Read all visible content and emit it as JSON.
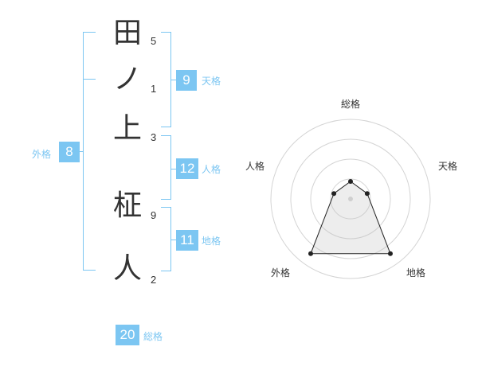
{
  "name": {
    "characters": [
      {
        "char": "田",
        "strokes": "5"
      },
      {
        "char": "ノ",
        "strokes": "1"
      },
      {
        "char": "上",
        "strokes": "3"
      },
      {
        "char": "柾",
        "strokes": "9"
      },
      {
        "char": "人",
        "strokes": "2"
      }
    ]
  },
  "scores": {
    "tenkaku": {
      "value": "9",
      "label": "天格"
    },
    "jinkaku": {
      "value": "12",
      "label": "人格"
    },
    "chikaku": {
      "value": "11",
      "label": "地格"
    },
    "gaikaku": {
      "value": "8",
      "label": "外格"
    },
    "soukaku": {
      "value": "20",
      "label": "総格"
    }
  },
  "colors": {
    "accent": "#7cc6f2",
    "text": "#333333"
  },
  "chart_data": {
    "type": "radar",
    "axes": [
      "総格",
      "天格",
      "地格",
      "外格",
      "人格"
    ],
    "values": [
      0.22,
      0.22,
      0.85,
      0.85,
      0.22
    ],
    "rings": 4
  }
}
